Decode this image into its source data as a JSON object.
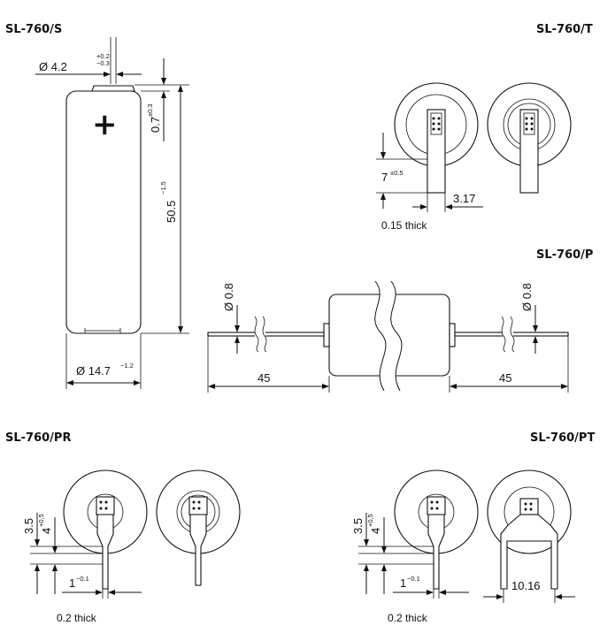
{
  "labels": {
    "s": "SL-760/S",
    "t": "SL-760/T",
    "p": "SL-760/P",
    "pr": "SL-760/PR",
    "pt": "SL-760/PT"
  },
  "s_view": {
    "terminal_dia": "Ø 4.2",
    "terminal_tol_plus": "+0.2",
    "terminal_tol_minus": "−0.3",
    "plus_sign": "+",
    "cap_height": "0.7",
    "cap_height_tol": "±0.3",
    "length": "50.5",
    "length_tol": "−1.5",
    "diameter": "Ø 14.7",
    "diameter_tol": "−1.2"
  },
  "t_view": {
    "tab_height": "7",
    "tab_height_tol": "±0.5",
    "tab_width": "3.17",
    "thickness": "0.15 thick"
  },
  "p_view": {
    "wire_dia_left": "Ø 0.8",
    "wire_dia_right": "Ø 0.8",
    "lead_left": "45",
    "lead_right": "45"
  },
  "pr_view": {
    "dim_a": "3.5",
    "dim_b": "4",
    "dim_b_tol": "+0,5",
    "pin": "1",
    "pin_tol": "−0.1",
    "thickness": "0.2 thick"
  },
  "pt_view": {
    "dim_a": "3.5",
    "dim_b": "4",
    "dim_b_tol": "+0,5",
    "pin": "1",
    "pin_tol": "−0.1",
    "pitch": "10.16",
    "thickness": "0.2 thick"
  }
}
